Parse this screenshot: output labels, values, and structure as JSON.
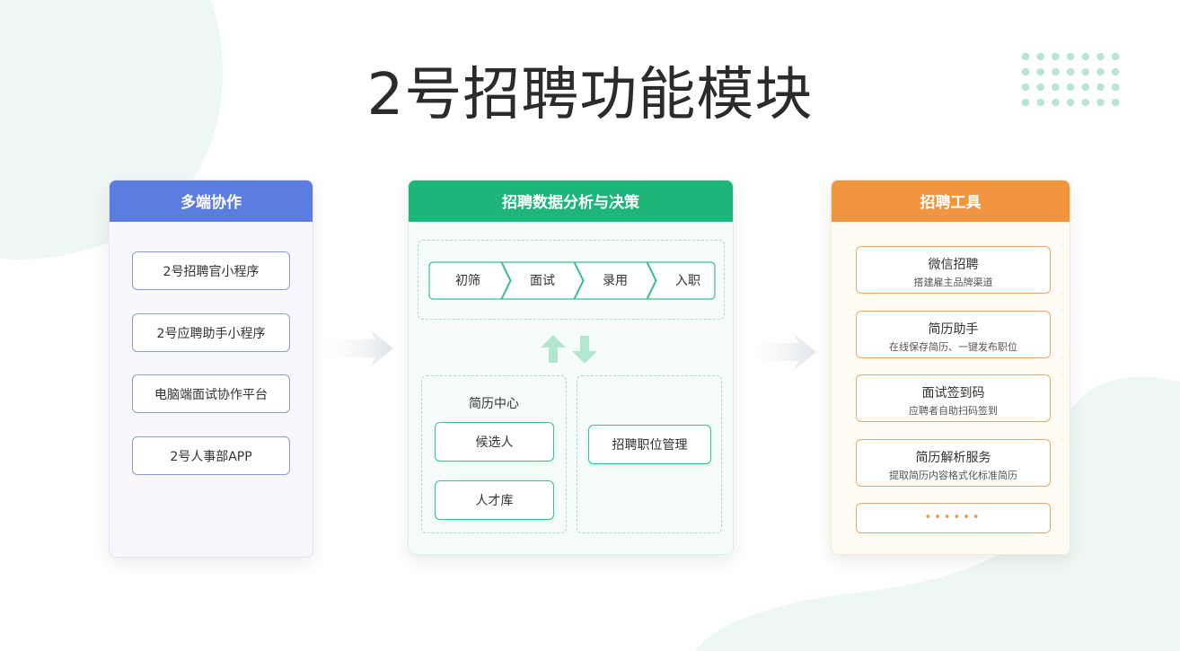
{
  "title": "2号招聘功能模块",
  "colors": {
    "blue": "#5b7de1",
    "green": "#1db678",
    "orange": "#f1963f",
    "mint": "#e8f6f0"
  },
  "left_panel": {
    "title": "多端协作",
    "items": [
      "2号招聘官小程序",
      "2号应聘助手小程序",
      "电脑端面试协作平台",
      "2号人事部APP"
    ]
  },
  "center_panel": {
    "title": "招聘数据分析与决策",
    "process": [
      "初筛",
      "面试",
      "录用",
      "入职"
    ],
    "resume_center": {
      "label": "简历中心",
      "items": [
        "候选人",
        "人才库"
      ]
    },
    "job_management": "招聘职位管理"
  },
  "right_panel": {
    "title": "招聘工具",
    "items": [
      {
        "title": "微信招聘",
        "desc": "搭建雇主品牌渠道"
      },
      {
        "title": "简历助手",
        "desc": "在线保存简历、一键发布职位"
      },
      {
        "title": "面试签到码",
        "desc": "应聘者自助扫码签到"
      },
      {
        "title": "简历解析服务",
        "desc": "提取简历内容格式化标准简历"
      }
    ],
    "more": "••••••"
  }
}
